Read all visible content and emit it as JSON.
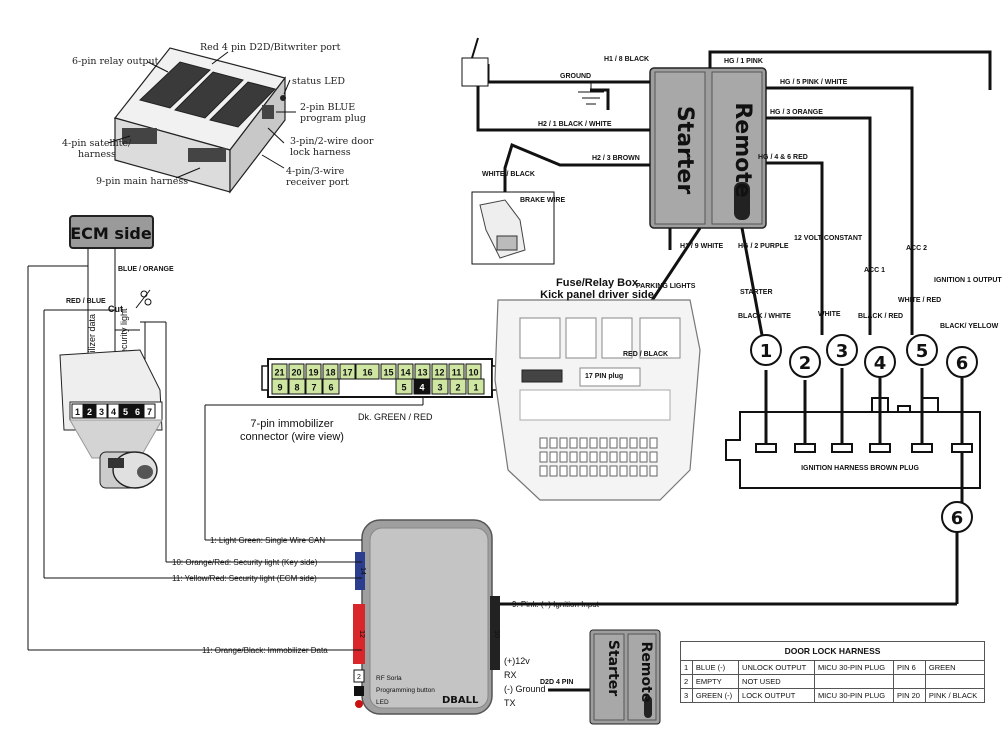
{
  "module_labels": {
    "relay": "6-pin relay output",
    "d2d": "Red 4 pin D2D/Bitwriter port",
    "led": "status LED",
    "blue_plug_1": "2-pin BLUE",
    "blue_plug_2": "program plug",
    "door_1": "3-pin/2-wire door",
    "door_2": "lock harness",
    "sat_1": "4-pin satellite/",
    "sat_2": "harness",
    "recv_1": "4-pin/3-wire",
    "recv_2": "receiver port",
    "main": "9-pin main harness"
  },
  "ecm": {
    "title": "ECM side",
    "blue_orange": "BLUE / ORANGE",
    "red_blue": "RED / BLUE",
    "cut": "Cut",
    "immobilizer_data": "Immobilizer data",
    "security_light": "Security light",
    "pins": [
      "1",
      "2",
      "3",
      "4",
      "5",
      "6",
      "7"
    ]
  },
  "connector": {
    "top_row": [
      "21",
      "20",
      "19",
      "18",
      "17",
      "16",
      "15",
      "14",
      "13",
      "12",
      "11",
      "10"
    ],
    "bottom_row": [
      "9",
      "8",
      "7",
      "6",
      "5",
      "4",
      "3",
      "2",
      "1"
    ],
    "wire_label": "Dk. GREEN / RED",
    "title_1": "7-pin immobilizer",
    "title_2": "connector (wire view)"
  },
  "starter": {
    "left": "Starter",
    "right": "Remote",
    "wires": {
      "h1_8": "H1 / 8  BLACK",
      "ground": "GROUND",
      "h2_1": "H2 / 1  BLACK / WHITE",
      "h2_3": "H2 / 3   BROWN",
      "white_black": "WHITE / BLACK",
      "brake": "BRAKE WIRE",
      "hg_1": "HG / 1  PINK",
      "hg_5": "HG / 5 PINK / WHITE",
      "hg_3": "HG / 3  ORANGE",
      "hg_46": "HG / 4 & 6  RED",
      "h1_9": "H1 / 9 WHITE",
      "hg_2": "HG / 2  PURPLE",
      "v12": "12 VOLT CONSTANT",
      "parking": "PARKING LIGHTS",
      "acc1": "ACC 1",
      "acc2": "ACC 2",
      "ign1": "IGNITION 1 OUTPUT",
      "starter_lbl": "STARTER"
    }
  },
  "fuse": {
    "title_1": "Fuse/Relay Box",
    "title_2": "Kick panel driver side",
    "red_black": "RED / BLACK",
    "plug": "17 PIN plug"
  },
  "ignition": {
    "colors": [
      "BLACK / WHITE",
      "WHITE",
      "BLACK / RED",
      "WHITE / RED",
      "BLACK/ YELLOW"
    ],
    "pins": [
      "1",
      "2",
      "3",
      "4",
      "5",
      "6",
      "6"
    ],
    "plug_label": "IGNITION HARNESS BROWN PLUG"
  },
  "dball": {
    "name": "DBALL",
    "tab_14": "14",
    "tab_12": "12",
    "tab_2": "2",
    "tab_10": "10",
    "rf": "RF Sorla",
    "prog": "Programming button",
    "led": "LED",
    "c1": "1: Light Green: Single Wire CAN",
    "c10": "10: Orange/Red: Security light (Key side)",
    "c11": "11: Yellow/Red: Security light (ECM side)",
    "c11b": "11: Orange/Black: Immobilizer Data",
    "c9": "9: Pink: (+) Ignition Input",
    "p12v": "(+)12v",
    "rx": "RX",
    "gnd": "(-) Ground",
    "tx": "TX",
    "d2d": "D2D  4 PIN"
  },
  "door_lock": {
    "title": "DOOR LOCK HARNESS",
    "rows": [
      [
        "1",
        "BLUE (-)",
        "UNLOCK OUTPUT",
        "MICU 30-PIN PLUG",
        "PIN 6",
        "GREEN"
      ],
      [
        "2",
        "EMPTY",
        "NOT USED",
        "",
        "",
        ""
      ],
      [
        "3",
        "GREEN (-)",
        "LOCK OUTPUT",
        "MICU 30-PIN PLUG",
        "PIN 20",
        "PINK / BLACK"
      ]
    ]
  }
}
